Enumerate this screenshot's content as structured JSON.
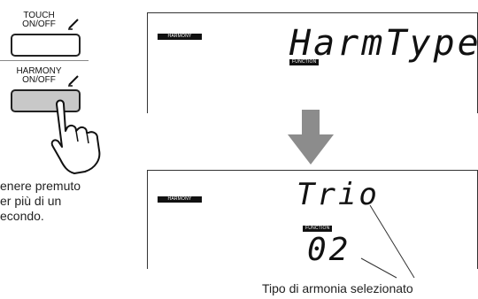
{
  "panel": {
    "touch_label_1": "TOUCH",
    "touch_label_2": "ON/OFF",
    "harmony_label_1": "HARMONY",
    "harmony_label_2": "ON/OFF",
    "instruction": [
      "enere premuto",
      "er più di un",
      "econdo."
    ]
  },
  "display_top": {
    "badge": "HARMONY",
    "main_text": "HarmType",
    "function_badge": "FUNCTION"
  },
  "display_bottom": {
    "badge": "HARMONY",
    "main_text": "Trio",
    "function_badge": "FUNCTION",
    "number": "02"
  },
  "callout": "Tipo di armonia selezionato",
  "colors": {
    "arrow": "#8c8c8c",
    "pressed_button": "#c8c8c8",
    "lcd_ink": "#111111"
  }
}
